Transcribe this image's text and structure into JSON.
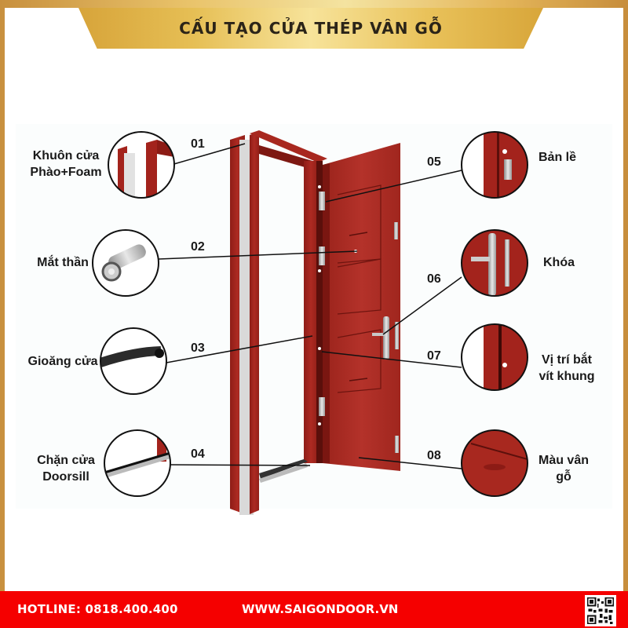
{
  "header": {
    "title": "CẤU TẠO CỬA THÉP VÂN GỖ"
  },
  "components": [
    {
      "number": "01",
      "label_line1": "Khuôn cửa",
      "label_line2": "Phào+Foam",
      "side": "left",
      "icon": "door-frame-icon"
    },
    {
      "number": "02",
      "label_line1": "Mắt thần",
      "label_line2": "",
      "side": "left",
      "icon": "peephole-icon"
    },
    {
      "number": "03",
      "label_line1": "Gioăng cửa",
      "label_line2": "",
      "side": "left",
      "icon": "gasket-icon"
    },
    {
      "number": "04",
      "label_line1": "Chặn cửa",
      "label_line2": "Doorsill",
      "side": "left",
      "icon": "doorsill-icon"
    },
    {
      "number": "05",
      "label_line1": "Bản lề",
      "label_line2": "",
      "side": "right",
      "icon": "hinge-icon"
    },
    {
      "number": "06",
      "label_line1": "Khóa",
      "label_line2": "",
      "side": "right",
      "icon": "lock-icon"
    },
    {
      "number": "07",
      "label_line1": "Vị trí bắt",
      "label_line2": "vít khung",
      "side": "right",
      "icon": "screw-position-icon"
    },
    {
      "number": "08",
      "label_line1": "Màu vân",
      "label_line2": "gỗ",
      "side": "right",
      "icon": "wood-grain-icon"
    }
  ],
  "footer": {
    "hotline": "HOTLINE: 0818.400.400",
    "website": "WWW.SAIGONDOOR.VN",
    "qr_icon": "qr-code-icon"
  },
  "colors": {
    "gold": "#e2b44f",
    "door_red": "#a3231c",
    "footer_red": "#f50000",
    "text": "#1a1a1a"
  }
}
